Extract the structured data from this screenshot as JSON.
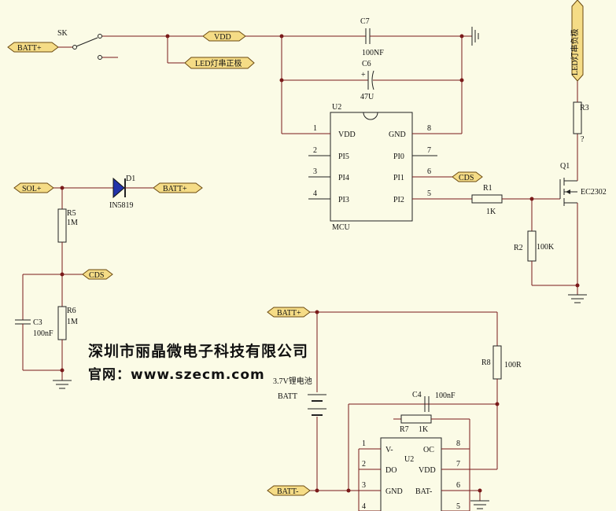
{
  "labels": {
    "batt_plus": "BATT+",
    "batt_minus": "BATT-",
    "vdd": "VDD",
    "cds": "CDS",
    "sol_plus": "SOL+",
    "sk": "SK",
    "led_board_top": "LED灯串正极",
    "led_board_right": "LED灯串负极"
  },
  "components": {
    "c7": {
      "ref": "C7",
      "value": "100NF"
    },
    "c6": {
      "ref": "C6",
      "value": "47U",
      "polarity": "+"
    },
    "u2_mcu": {
      "ref": "U2",
      "name": "MCU"
    },
    "d1": {
      "ref": "D1",
      "value": "IN5819"
    },
    "r5": {
      "ref": "R5",
      "value": "1M"
    },
    "r6": {
      "ref": "R6",
      "value": "1M"
    },
    "c3": {
      "ref": "C3",
      "value": "100nF"
    },
    "r1": {
      "ref": "R1",
      "value": "1K"
    },
    "r2": {
      "ref": "R2",
      "value": "100K"
    },
    "r3": {
      "ref": "R3",
      "value": "?"
    },
    "q1": {
      "ref": "Q1",
      "value": "EC2302"
    },
    "r8": {
      "ref": "R8",
      "value": "100R"
    },
    "c4": {
      "ref": "C4",
      "value": "100nF"
    },
    "r7": {
      "ref": "R7",
      "value": "1K"
    },
    "batt": {
      "ref": "BATT",
      "value": "3.7V锂电池"
    },
    "u2_prot": {
      "ref": "U2"
    }
  },
  "mcu_pins": [
    {
      "num": "1",
      "name": "VDD"
    },
    {
      "num": "2",
      "name": "PI5"
    },
    {
      "num": "3",
      "name": "PI4"
    },
    {
      "num": "4",
      "name": "PI3"
    },
    {
      "num": "8",
      "name": "GND"
    },
    {
      "num": "7",
      "name": "PI0"
    },
    {
      "num": "6",
      "name": "PI1"
    },
    {
      "num": "5",
      "name": "PI2"
    }
  ],
  "prot_pins": [
    {
      "num": "1",
      "name": "V-"
    },
    {
      "num": "2",
      "name": "DO"
    },
    {
      "num": "3",
      "name": "GND"
    },
    {
      "num": "4",
      "name": ""
    },
    {
      "num": "8",
      "name": "OC"
    },
    {
      "num": "7",
      "name": "VDD"
    },
    {
      "num": "6",
      "name": "BAT-"
    },
    {
      "num": "5",
      "name": ""
    }
  ],
  "watermark": {
    "company": "深圳市丽晶微电子科技有限公司",
    "website": "官网：www.szecm.com"
  },
  "colors": {
    "background": "#fbfbe6",
    "wire": "#7a1a1a",
    "net_tag": "#f5dc86"
  }
}
